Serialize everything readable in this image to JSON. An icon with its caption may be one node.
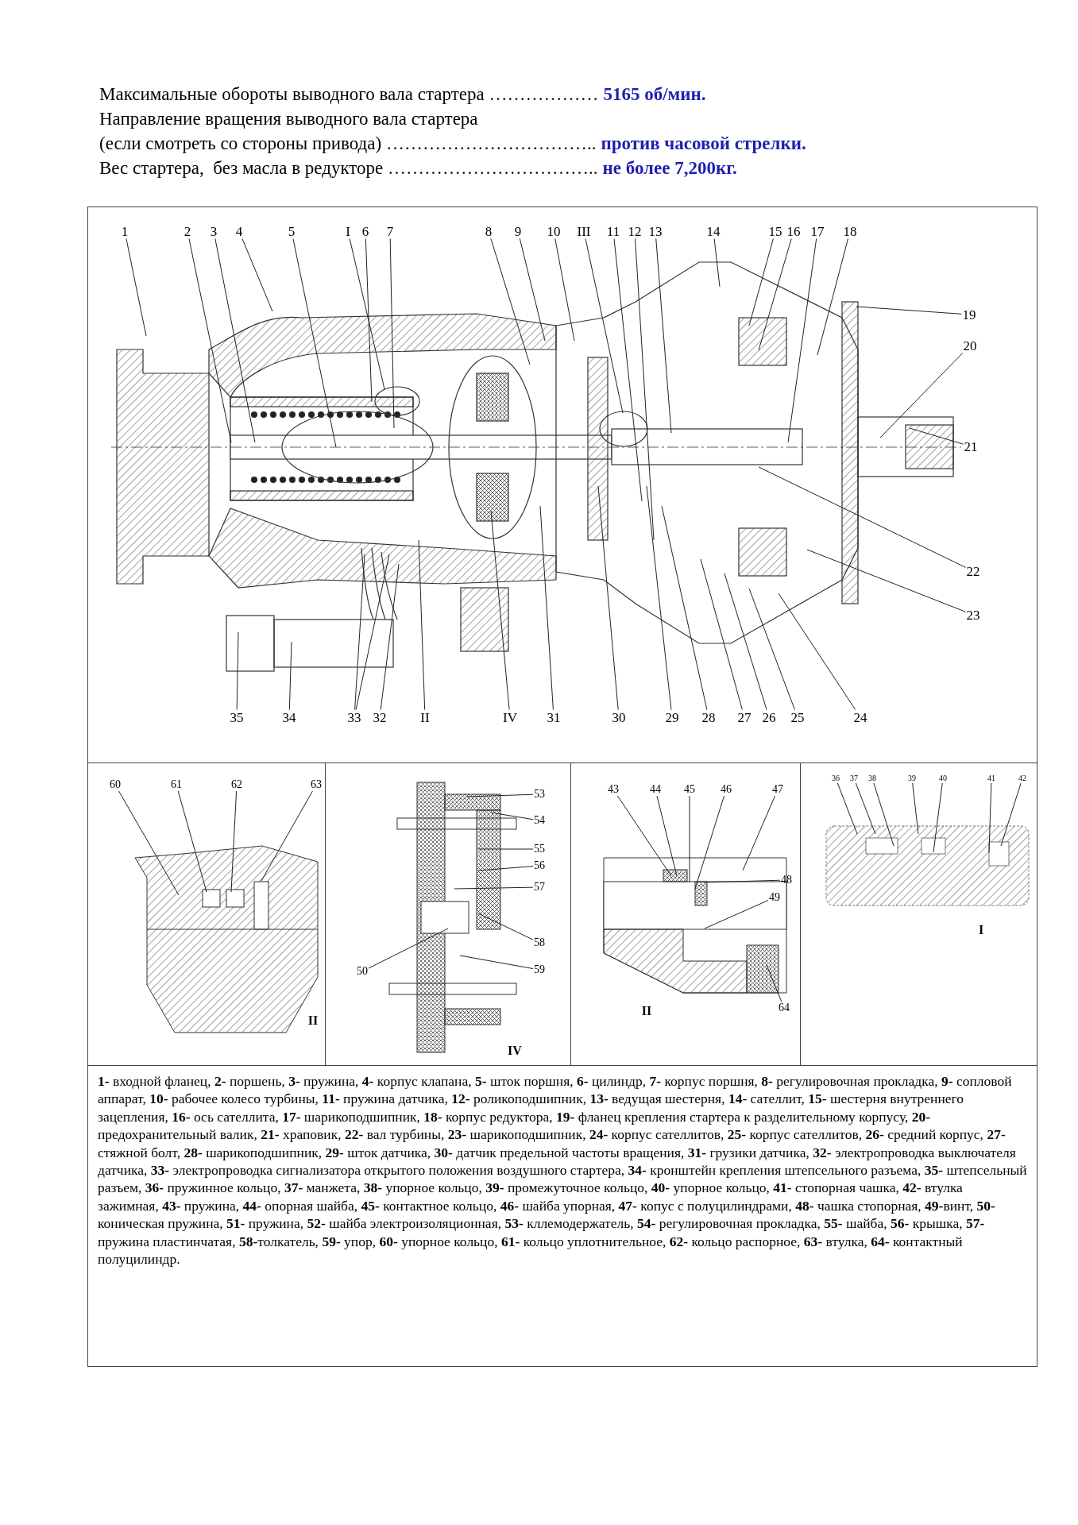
{
  "diagram": {
    "nodes": [
      {
        "text": [
          "1"
        ]
      },
      {
        "text": [
          "2"
        ]
      },
      {
        "text": [
          "3"
        ]
      },
      {
        "text": [
          "4"
        ]
      },
      {
        "text": [
          "5"
        ]
      },
      {
        "text": [
          "I"
        ]
      },
      {
        "text": [
          "6"
        ]
      },
      {
        "text": [
          "7"
        ]
      },
      {
        "text": [
          "8"
        ]
      },
      {
        "text": [
          "9"
        ]
      },
      {
        "text": [
          "10"
        ]
      },
      {
        "text": [
          "III"
        ]
      },
      {
        "text": [
          "11"
        ]
      },
      {
        "text": [
          "12"
        ]
      },
      {
        "text": [
          "13"
        ]
      },
      {
        "text": [
          "14"
        ]
      },
      {
        "text": [
          "15"
        ]
      },
      {
        "text": [
          "16"
        ]
      },
      {
        "text": [
          "17"
        ]
      },
      {
        "text": [
          "18"
        ]
      },
      {
        "text": [
          "19"
        ]
      },
      {
        "text": [
          "20"
        ]
      },
      {
        "text": [
          "21"
        ]
      },
      {
        "text": [
          "22"
        ]
      },
      {
        "text": [
          "23"
        ]
      },
      {
        "text": [
          "35"
        ]
      },
      {
        "text": [
          "34"
        ]
      },
      {
        "text": [
          "33"
        ]
      },
      {
        "text": [
          "32"
        ]
      },
      {
        "text": [
          "II"
        ]
      },
      {
        "text": [
          "IV"
        ]
      },
      {
        "text": [
          "31"
        ]
      },
      {
        "text": [
          "30"
        ]
      },
      {
        "text": [
          "29"
        ]
      },
      {
        "text": [
          "28"
        ]
      },
      {
        "text": [
          "27"
        ]
      },
      {
        "text": [
          "26"
        ]
      },
      {
        "text": [
          "25"
        ]
      },
      {
        "text": [
          "24"
        ]
      },
      {
        "text": [
          "60"
        ]
      },
      {
        "text": [
          "61"
        ]
      },
      {
        "text": [
          "62"
        ]
      },
      {
        "text": [
          "63"
        ]
      },
      {
        "text": [
          "53"
        ]
      },
      {
        "text": [
          "54"
        ]
      },
      {
        "text": [
          "55"
        ]
      },
      {
        "text": [
          "56"
        ]
      },
      {
        "text": [
          "57"
        ]
      },
      {
        "text": [
          "58"
        ]
      },
      {
        "text": [
          "59"
        ]
      },
      {
        "text": [
          "50"
        ]
      },
      {
        "text": [
          "43"
        ]
      },
      {
        "text": [
          "44"
        ]
      },
      {
        "text": [
          "45"
        ]
      },
      {
        "text": [
          "46"
        ]
      },
      {
        "text": [
          "47"
        ]
      },
      {
        "text": [
          "48"
        ]
      },
      {
        "text": [
          "49"
        ]
      },
      {
        "text": [
          "64"
        ]
      },
      {
        "text": [
          "36"
        ]
      },
      {
        "text": [
          "37"
        ]
      },
      {
        "text": [
          "38"
        ]
      },
      {
        "text": [
          "39"
        ]
      },
      {
        "text": [
          "40"
        ]
      },
      {
        "text": [
          "41"
        ]
      },
      {
        "text": [
          "42"
        ]
      }
    ],
    "edges": [
      {
        "from": 0,
        "to": null,
        "arrow": "none"
      },
      {
        "from": 1,
        "to": null,
        "arrow": "none"
      },
      {
        "from": 2,
        "to": null,
        "arrow": "none"
      },
      {
        "from": 3,
        "to": null,
        "arrow": "none"
      },
      {
        "from": 4,
        "to": null,
        "arrow": "none"
      },
      {
        "from": 5,
        "to": null,
        "arrow": "none"
      },
      {
        "from": 6,
        "to": null,
        "arrow": "none"
      },
      {
        "from": 7,
        "to": null,
        "arrow": "none"
      },
      {
        "from": 8,
        "to": null,
        "arrow": "none"
      },
      {
        "from": 9,
        "to": null,
        "arrow": "none"
      },
      {
        "from": 10,
        "to": null,
        "arrow": "none"
      },
      {
        "from": 11,
        "to": null,
        "arrow": "none"
      },
      {
        "from": 12,
        "to": null,
        "arrow": "none"
      },
      {
        "from": 13,
        "to": null,
        "arrow": "none"
      },
      {
        "from": 14,
        "to": null,
        "arrow": "none"
      },
      {
        "from": 15,
        "to": null,
        "arrow": "none"
      },
      {
        "from": 16,
        "to": null,
        "arrow": "none"
      },
      {
        "from": 17,
        "to": null,
        "arrow": "none"
      },
      {
        "from": 18,
        "to": null,
        "arrow": "none"
      },
      {
        "from": 19,
        "to": null,
        "arrow": "none"
      },
      {
        "from": 20,
        "to": null,
        "arrow": "none"
      },
      {
        "from": 21,
        "to": null,
        "arrow": "none"
      },
      {
        "from": 22,
        "to": null,
        "arrow": "none"
      },
      {
        "from": 23,
        "to": null,
        "arrow": "none"
      },
      {
        "from": 24,
        "to": null,
        "arrow": "none"
      },
      {
        "from": 25,
        "to": null,
        "arrow": "none"
      },
      {
        "from": 26,
        "to": null,
        "arrow": "none"
      },
      {
        "from": 27,
        "to": null,
        "arrow": "none"
      },
      {
        "from": 27,
        "to": null,
        "arrow": "none"
      },
      {
        "from": 28,
        "to": null,
        "arrow": "none"
      },
      {
        "from": 29,
        "to": null,
        "arrow": "none"
      },
      {
        "from": 30,
        "to": null,
        "arrow": "none"
      },
      {
        "from": 31,
        "to": null,
        "arrow": "none"
      },
      {
        "from": 32,
        "to": null,
        "arrow": "none"
      },
      {
        "from": 33,
        "to": null,
        "arrow": "none"
      },
      {
        "from": 34,
        "to": null,
        "arrow": "none"
      },
      {
        "from": 35,
        "to": null,
        "arrow": "none"
      },
      {
        "from": 36,
        "to": null,
        "arrow": "none"
      },
      {
        "from": 37,
        "to": null,
        "arrow": "none"
      },
      {
        "from": 38,
        "to": null,
        "arrow": "none"
      },
      {
        "from": 39,
        "to": null,
        "arrow": "none"
      },
      {
        "from": 40,
        "to": null,
        "arrow": "none"
      },
      {
        "from": 41,
        "to": null,
        "arrow": "none"
      },
      {
        "from": 42,
        "to": null,
        "arrow": "none"
      },
      {
        "from": 43,
        "to": null,
        "arrow": "none"
      },
      {
        "from": 44,
        "to": null,
        "arrow": "none"
      },
      {
        "from": 45,
        "to": null,
        "arrow": "none"
      },
      {
        "from": 46,
        "to": null,
        "arrow": "none"
      },
      {
        "from": 47,
        "to": null,
        "arrow": "none"
      },
      {
        "from": 48,
        "to": null,
        "arrow": "none"
      },
      {
        "from": 49,
        "to": null,
        "arrow": "none"
      },
      {
        "from": 50,
        "to": null,
        "arrow": "none"
      },
      {
        "from": 51,
        "to": null,
        "arrow": "none"
      },
      {
        "from": 52,
        "to": null,
        "arrow": "none"
      },
      {
        "from": 53,
        "to": null,
        "arrow": "none"
      },
      {
        "from": 54,
        "to": null,
        "arrow": "none"
      },
      {
        "from": 55,
        "to": null,
        "arrow": "none"
      },
      {
        "from": 56,
        "to": null,
        "arrow": "none"
      },
      {
        "from": 57,
        "to": null,
        "arrow": "none"
      },
      {
        "from": 58,
        "to": null,
        "arrow": "none"
      },
      {
        "from": 59,
        "to": null,
        "arrow": "none"
      },
      {
        "from": 60,
        "to": null,
        "arrow": "none"
      },
      {
        "from": 61,
        "to": null,
        "arrow": "none"
      },
      {
        "from": 62,
        "to": null,
        "arrow": "none"
      },
      {
        "from": 63,
        "to": null,
        "arrow": "none"
      },
      {
        "from": 64,
        "to": null,
        "arrow": "none"
      },
      {
        "from": 65,
        "to": null,
        "arrow": "none"
      }
    ],
    "labels": [
      "Максимальные обороты выводного вала стартера ………………",
      "5165 об/мин.",
      "Направление вращения выводного вала стартера",
      "(если смотреть со стороны привода) ……………………………..",
      "против часовой стрелки.",
      "Вес стартера,  без масла в редукторе ……………………………..",
      "не более 7,200кг.",
      "II",
      "IV",
      "II",
      "I",
      "**1-** входной фланец, **2-** поршень, **3-** пружина, **4-** корпус клапана, **5-** шток поршня, **6-** цилиндр, **7-** корпус поршня, **8-** регулировочная прокладка, **9-** сопловой аппарат, **10-** рабочее колесо турбины, **11-** пружина датчика, **12-** роликоподшипник, **13-** ведущая шестерня, **14-** сателлит, **15-** шестерня внутреннего зацепления, **16-** ось сателлита, **17-** шарикоподшипник, **18-** корпус редуктора, **19-** фланец крепления стартера к разделительному корпусу, **20-** предохранительный валик, **21-** храповик, **22-** вал турбины, **23-** шарикоподшипник, **24-** корпус сателлитов, **25-** корпус сателлитов, **26-** средний корпус, **27-** стяжной болт, **28-** шарикоподшипник, **29-** шток датчика, **30-** датчик предельной частоты вращения, **31-** грузики датчика,  **32-** электропроводка выключателя датчика, **33-** электропроводка сигнализатора открытого положения воздушного стартера, **34-** кронштейн крепления штепсельного разъема, **35-** штепсельный разъем, **36-** пружинное кольцо, **37-** манжета, **38-** упорное кольцо, **39-** промежуточное кольцо, **40-** упорное кольцо, **41-** стопорная чашка, **42-** втулка зажимная, **43-** пружина, **44-** опорная шайба, **45-** контактное кольцо, **46-** шайба упорная, **47-** копус с полуцилиндрами, **48-** чашка стопорная, **49-**винт, **50-** коническая пружина, **51-** пружина, **52-** шайба электроизоляционная, **53-** кллемодержатель, **54-** регулировочная прокладка, **55-** шайба, **56-** крышка, **57-** пружина пластинчатая, **58-**толкатель, **59-** упор, **60-** упорное кольцо, **61-** кольцо уплотнительное, **62-** кольцо распорное, **63-** втулка, **64-** контактный полуцилиндр."
    ]
  }
}
